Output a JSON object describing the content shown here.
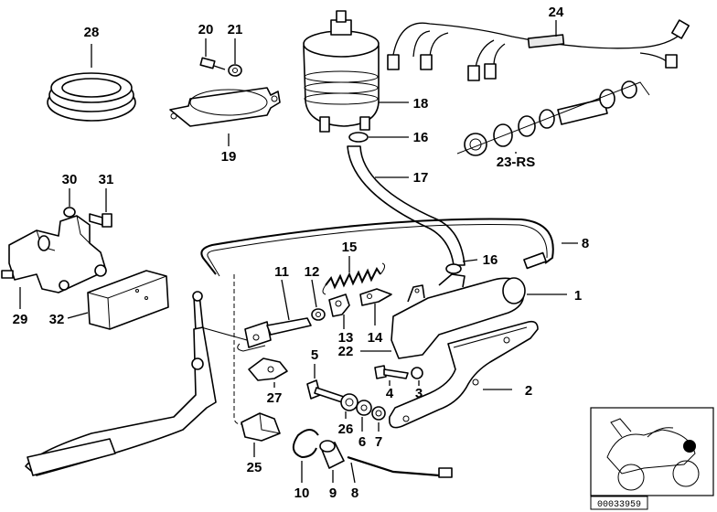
{
  "diagram": {
    "callouts": {
      "p28": "28",
      "p20": "20",
      "p21": "21",
      "p19": "19",
      "p18": "18",
      "p16a": "16",
      "p17": "17",
      "p24": "24",
      "p23": "23-RS",
      "p30": "30",
      "p31": "31",
      "p29": "29",
      "p32": "32",
      "p15": "15",
      "p11": "11",
      "p12": "12",
      "p13": "13",
      "p14": "14",
      "p16b": "16",
      "p8a": "8",
      "p1": "1",
      "p5": "5",
      "p22": "22",
      "p4": "4",
      "p3": "3",
      "p2": "2",
      "p27": "27",
      "p26": "26",
      "p6": "6",
      "p7": "7",
      "p25": "25",
      "p10": "10",
      "p9": "9",
      "p8b": "8"
    },
    "catalog_code": "00033959"
  }
}
